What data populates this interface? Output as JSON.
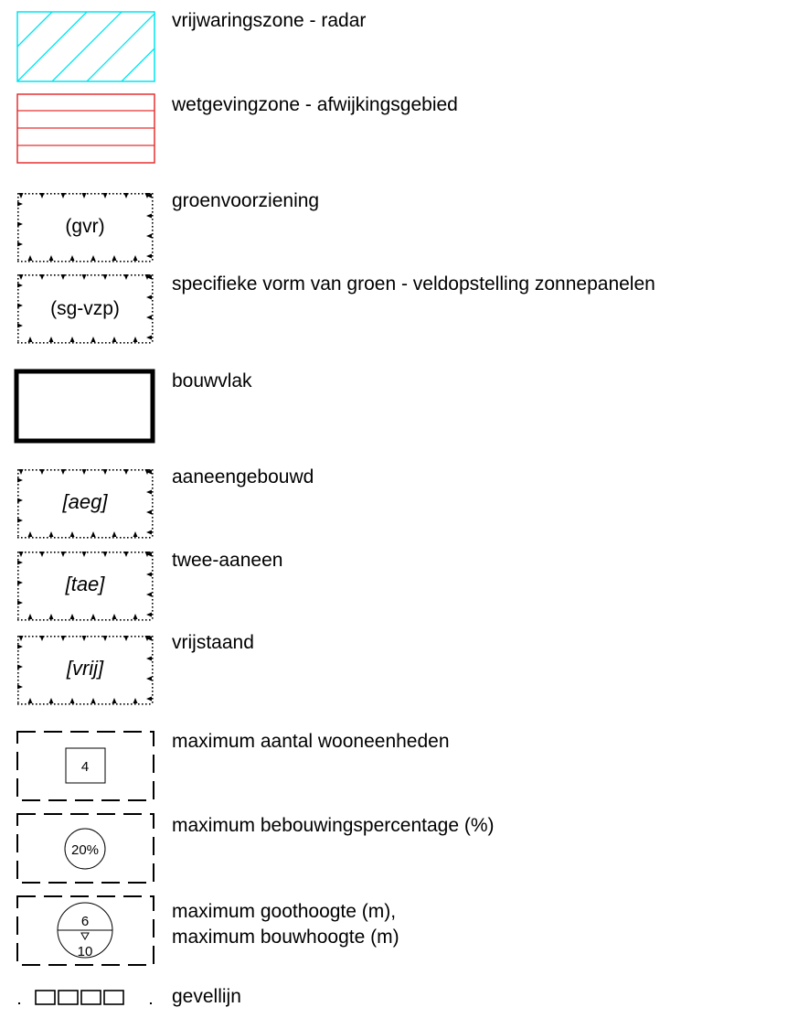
{
  "legend": {
    "items": [
      {
        "label": "vrijwaringszone - radar",
        "color": "#00e5f0"
      },
      {
        "label": "wetgevingzone - afwijkingsgebied",
        "color": "#e53030"
      },
      {
        "label": "groenvoorziening",
        "code": "(gvr)"
      },
      {
        "label": "specifieke vorm van groen - veldopstelling zonnepanelen",
        "code": "(sg-vzp)"
      },
      {
        "label": "bouwvlak"
      },
      {
        "label": "aaneengebouwd",
        "code": "[aeg]"
      },
      {
        "label": "twee-aaneen",
        "code": "[tae]"
      },
      {
        "label": "vrijstaand",
        "code": "[vrij]"
      },
      {
        "label": "maximum aantal wooneenheden",
        "code": "4"
      },
      {
        "label": "maximum bebouwingspercentage (%)",
        "code": "20%"
      },
      {
        "label": "maximum goothoogte (m),",
        "label2": "maximum bouwhoogte (m)",
        "code_top": "6",
        "code_bottom": "10"
      },
      {
        "label": "gevellijn"
      }
    ]
  }
}
